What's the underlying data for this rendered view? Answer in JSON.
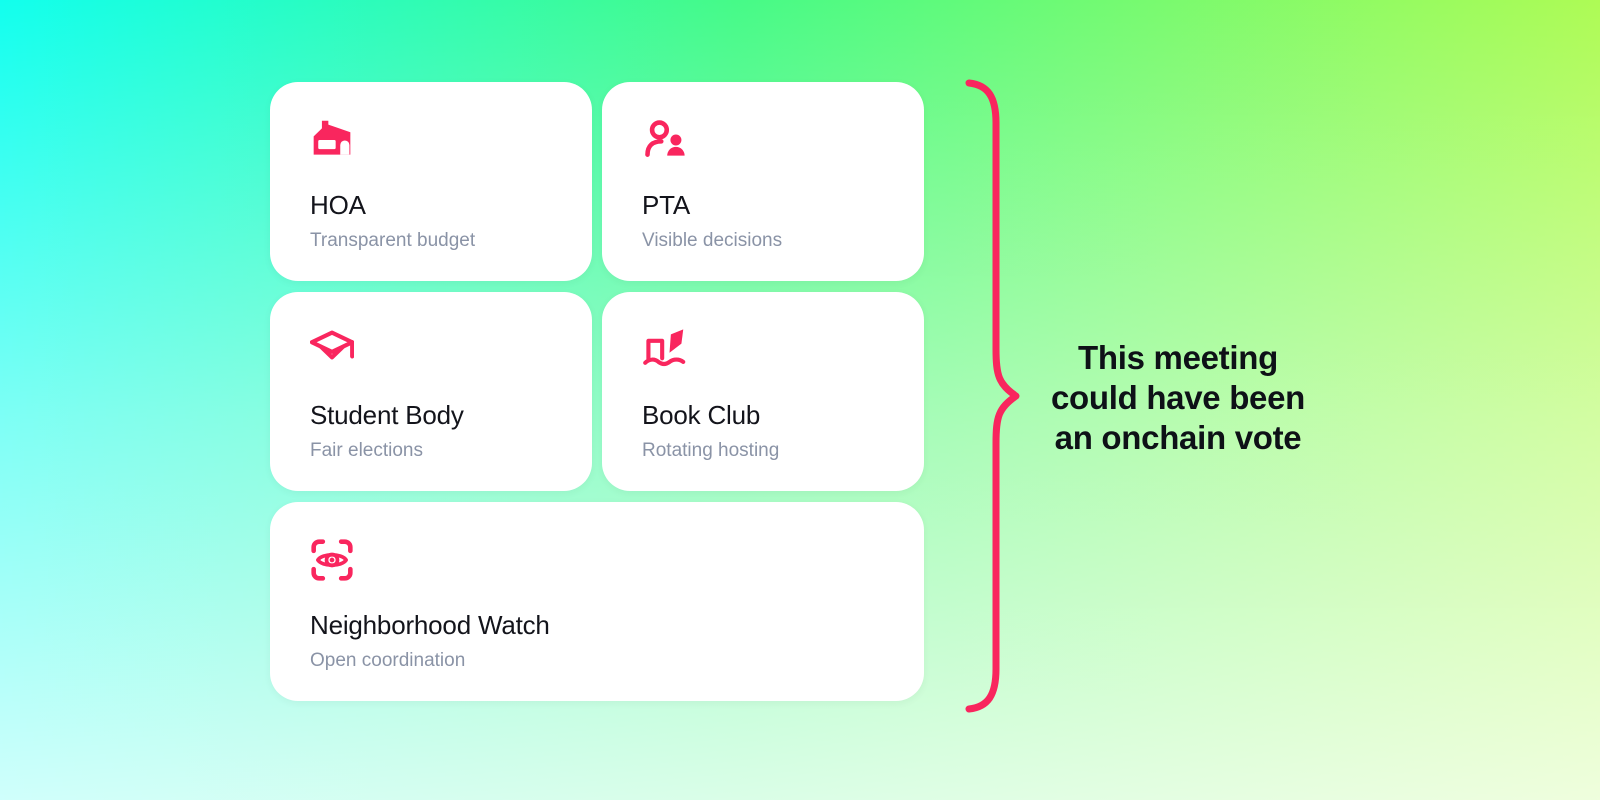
{
  "colors": {
    "accent_pink": "#F9265E",
    "card_background": "#FFFFFF",
    "title_text": "#13141B",
    "subtitle_text": "#8A93A6",
    "annotation_text": "#0E1117",
    "background_top_left": "#1CFFF0",
    "background_top_right": "#AEFB55",
    "background_bottom_left": "#C9FBE9",
    "background_bottom_right": "#F6FDCB"
  },
  "cards": [
    {
      "title": "HOA",
      "subtitle": "Transparent budget",
      "icon": "house-icon"
    },
    {
      "title": "PTA",
      "subtitle": "Visible decisions",
      "icon": "users-icon"
    },
    {
      "title": "Student Body",
      "subtitle": "Fair elections",
      "icon": "graduation-cap-icon"
    },
    {
      "title": "Book Club",
      "subtitle": "Rotating hosting",
      "icon": "book-open-icon"
    },
    {
      "title": "Neighborhood Watch",
      "subtitle": "Open coordination",
      "icon": "scan-eye-icon"
    }
  ],
  "annotation": {
    "lines": [
      "This meeting",
      "could have been",
      "an onchain vote"
    ]
  }
}
